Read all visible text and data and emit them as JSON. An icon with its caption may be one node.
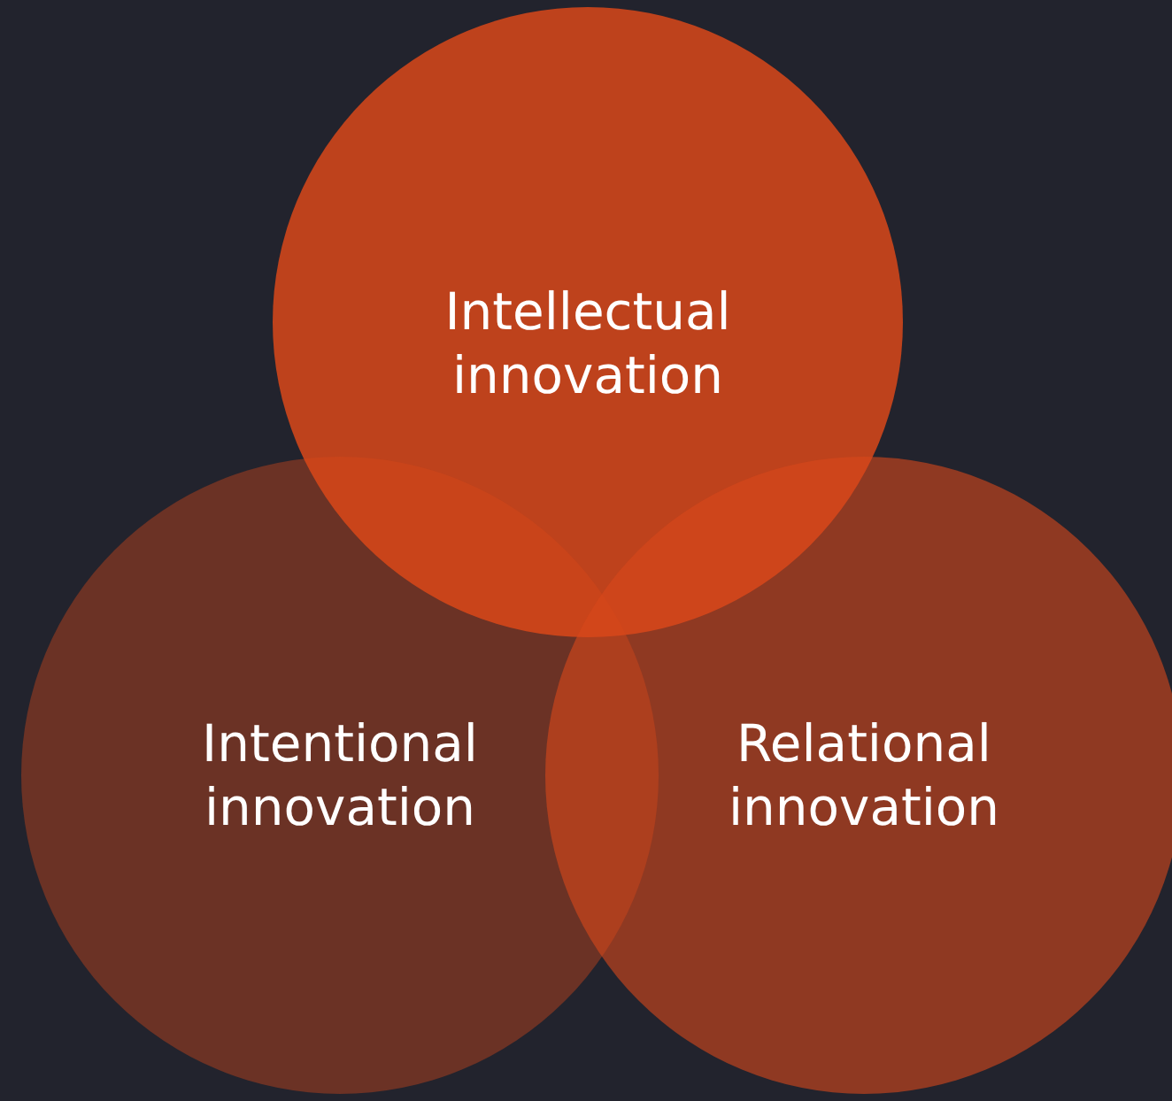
{
  "diagram": {
    "nodes": [
      {
        "text": [
          "Intellectual innovation"
        ]
      },
      {
        "text": [
          "Intentional innovation"
        ]
      },
      {
        "text": [
          "Relational innovation"
        ]
      }
    ]
  }
}
